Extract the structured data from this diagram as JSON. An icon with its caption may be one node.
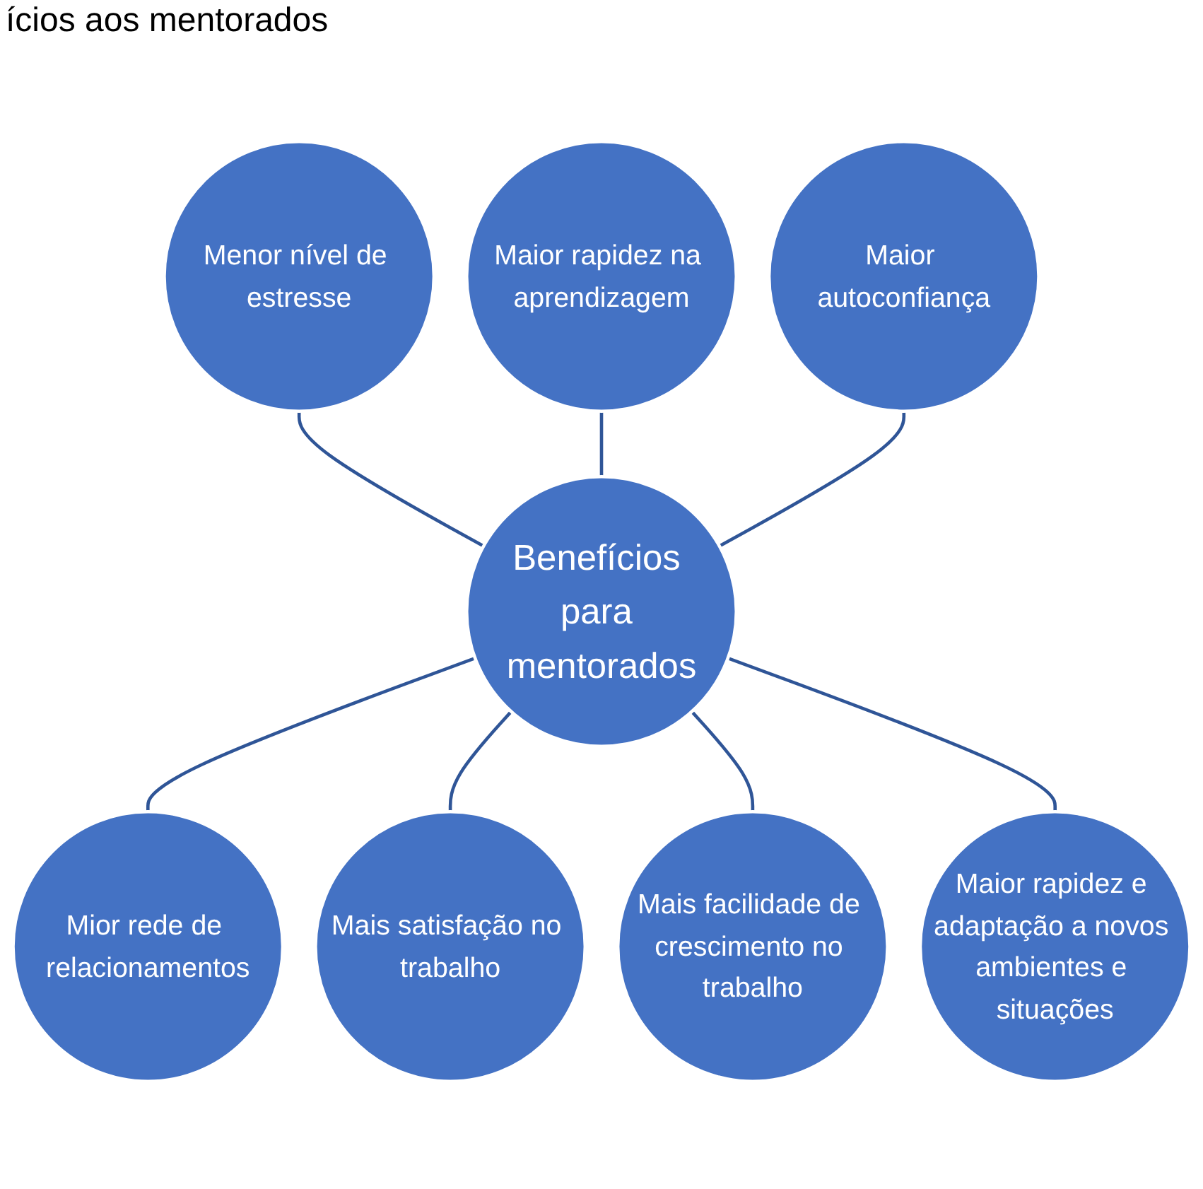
{
  "diagram": {
    "title": "ícios aos mentorados",
    "nodes": [
      {
        "text": [
          "Benefícios para mentorados"
        ]
      },
      {
        "text": [
          "Maior rapidez na aprendizagem"
        ]
      },
      {
        "text": [
          "Maior autoconfiança"
        ]
      },
      {
        "text": [
          "Maior rapidez e adaptação a novos ambientes e situações"
        ]
      },
      {
        "text": [
          "Mais facilidade de crescimento no trabalho"
        ]
      },
      {
        "text": [
          "Mais satisfação no trabalho"
        ]
      },
      {
        "text": [
          "Mior rede de relacionamentos"
        ]
      },
      {
        "text": [
          "Menor nível de estresse"
        ]
      }
    ],
    "edges": [
      {
        "from": 7,
        "to": 0,
        "arrow": "none"
      },
      {
        "from": 1,
        "to": 0,
        "arrow": "none"
      },
      {
        "from": 2,
        "to": 0,
        "arrow": "none"
      },
      {
        "from": 0,
        "to": 6,
        "arrow": "none"
      },
      {
        "from": 0,
        "to": 5,
        "arrow": "none"
      },
      {
        "from": 0,
        "to": 4,
        "arrow": "none"
      },
      {
        "from": 0,
        "to": 3,
        "arrow": "none"
      }
    ]
  }
}
